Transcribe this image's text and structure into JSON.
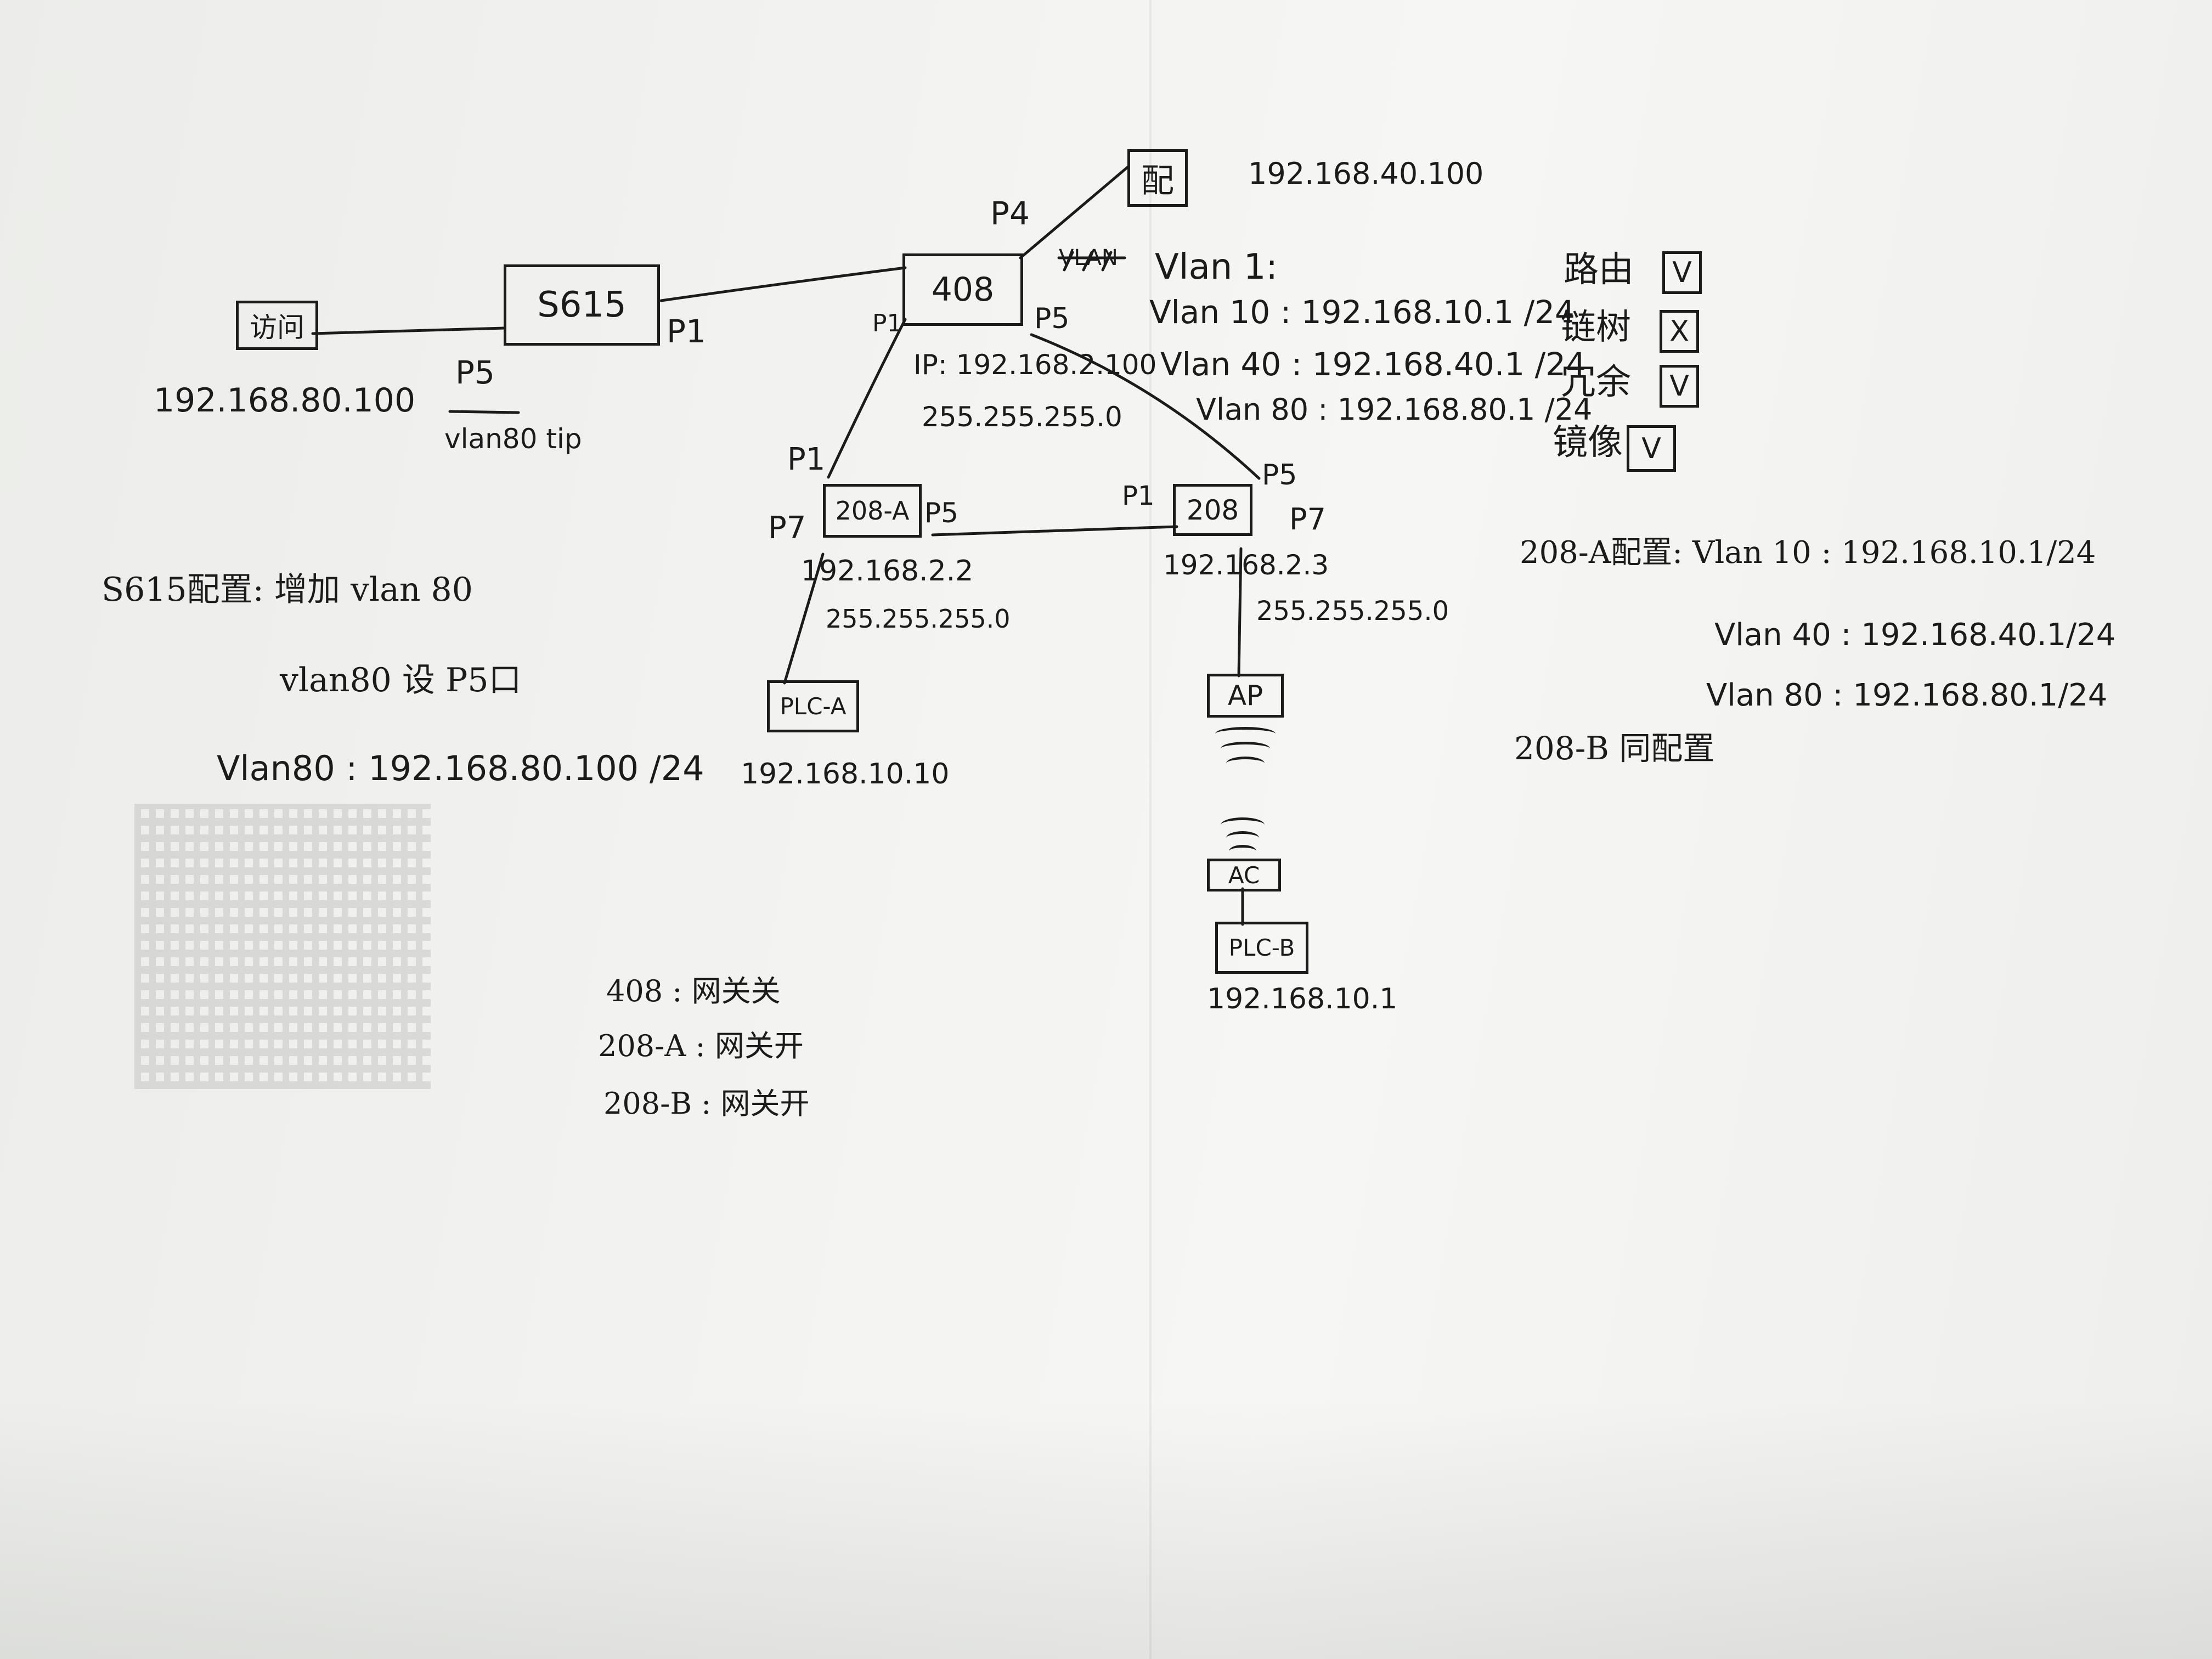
{
  "devices": {
    "fangwen": {
      "label": "访问",
      "ip": "192.168.80.100"
    },
    "s615": {
      "label": "S615"
    },
    "sw408": {
      "label": "408",
      "ip": "IP: 192.168.2.100",
      "mask": "255.255.255.0"
    },
    "pei": {
      "label": "配",
      "ip": "192.168.40.100"
    },
    "sw208a": {
      "label": "208-A",
      "ip": "192.168.2.2",
      "mask": "255.255.255.0"
    },
    "sw208": {
      "label": "208",
      "ip": "192.168.2.3",
      "mask": "255.255.255.0"
    },
    "plca": {
      "label": "PLC-A",
      "ip": "192.168.10.10"
    },
    "ap": {
      "label": "AP"
    },
    "ac": {
      "label": "AC"
    },
    "plcb": {
      "label": "PLC-B",
      "ip": "192.168.10.1"
    }
  },
  "ports": {
    "fangwen_p5": "P5",
    "fangwen_vlan": "vlan80 tip",
    "s615_p1": "P1",
    "sw408_p4": "P4",
    "sw408_p1": "P1",
    "sw408_p5": "P5",
    "sw408_crossed": "VLAN",
    "sw208a_p1": "P1",
    "sw208a_p7": "P7",
    "sw208a_p5": "P5",
    "sw208_p1": "P1",
    "sw208_p5": "P5",
    "sw208_p7": "P7"
  },
  "vlans_408": {
    "header": "Vlan 1:",
    "lines": [
      "Vlan 10 : 192.168.10.1 /24",
      "Vlan 40 : 192.168.40.1 /24",
      "Vlan 80 : 192.168.80.1 /24"
    ]
  },
  "checks": [
    {
      "label": "路由",
      "mark": "V"
    },
    {
      "label": "链树",
      "mark": "X"
    },
    {
      "label": "冗余",
      "mark": "V"
    },
    {
      "label": "镜像",
      "mark": "V"
    }
  ],
  "s615_config": {
    "title": "S615配置: 增加 vlan 80",
    "line2": "vlan80 设 P5口",
    "line3": "Vlan80 : 192.168.80.100 /24"
  },
  "config_208a": {
    "title": "208-A配置: Vlan 10 : 192.168.10.1/24",
    "line2": "Vlan 40 : 192.168.40.1/24",
    "line3": "Vlan 80 : 192.168.80.1/24",
    "line4": "208-B 同配置"
  },
  "gateways": [
    "408 : 网关关",
    "208-A : 网关开",
    "208-B : 网关开"
  ],
  "style": {
    "ink": "#1b1b1b",
    "paper": "#f3f3f1"
  }
}
